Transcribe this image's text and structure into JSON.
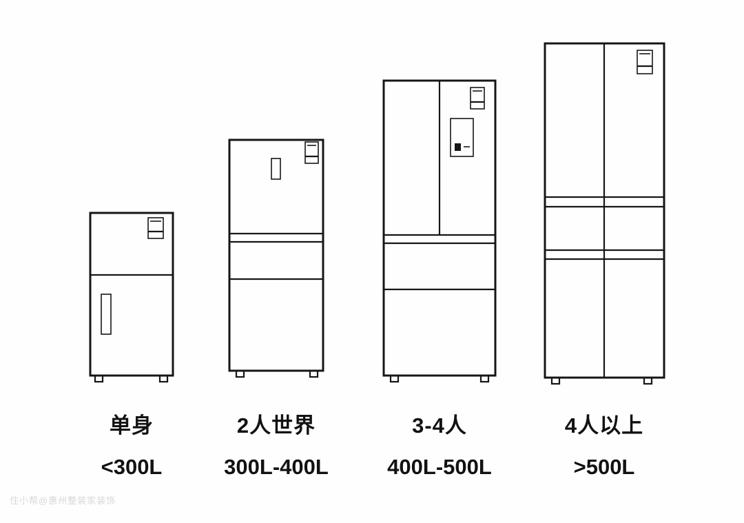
{
  "title": "fridge-size-guide",
  "items": [
    {
      "name": "单身",
      "capacity": "<300L"
    },
    {
      "name": "2人世界",
      "capacity": "300L-400L"
    },
    {
      "name": "3-4人",
      "capacity": "400L-500L"
    },
    {
      "name": "4人以上",
      "capacity": ">500L"
    }
  ],
  "watermark": "住小帮@惠州整装家装饰",
  "colors": {
    "line": "#161616",
    "background": "#fefefe",
    "text": "#121212"
  }
}
